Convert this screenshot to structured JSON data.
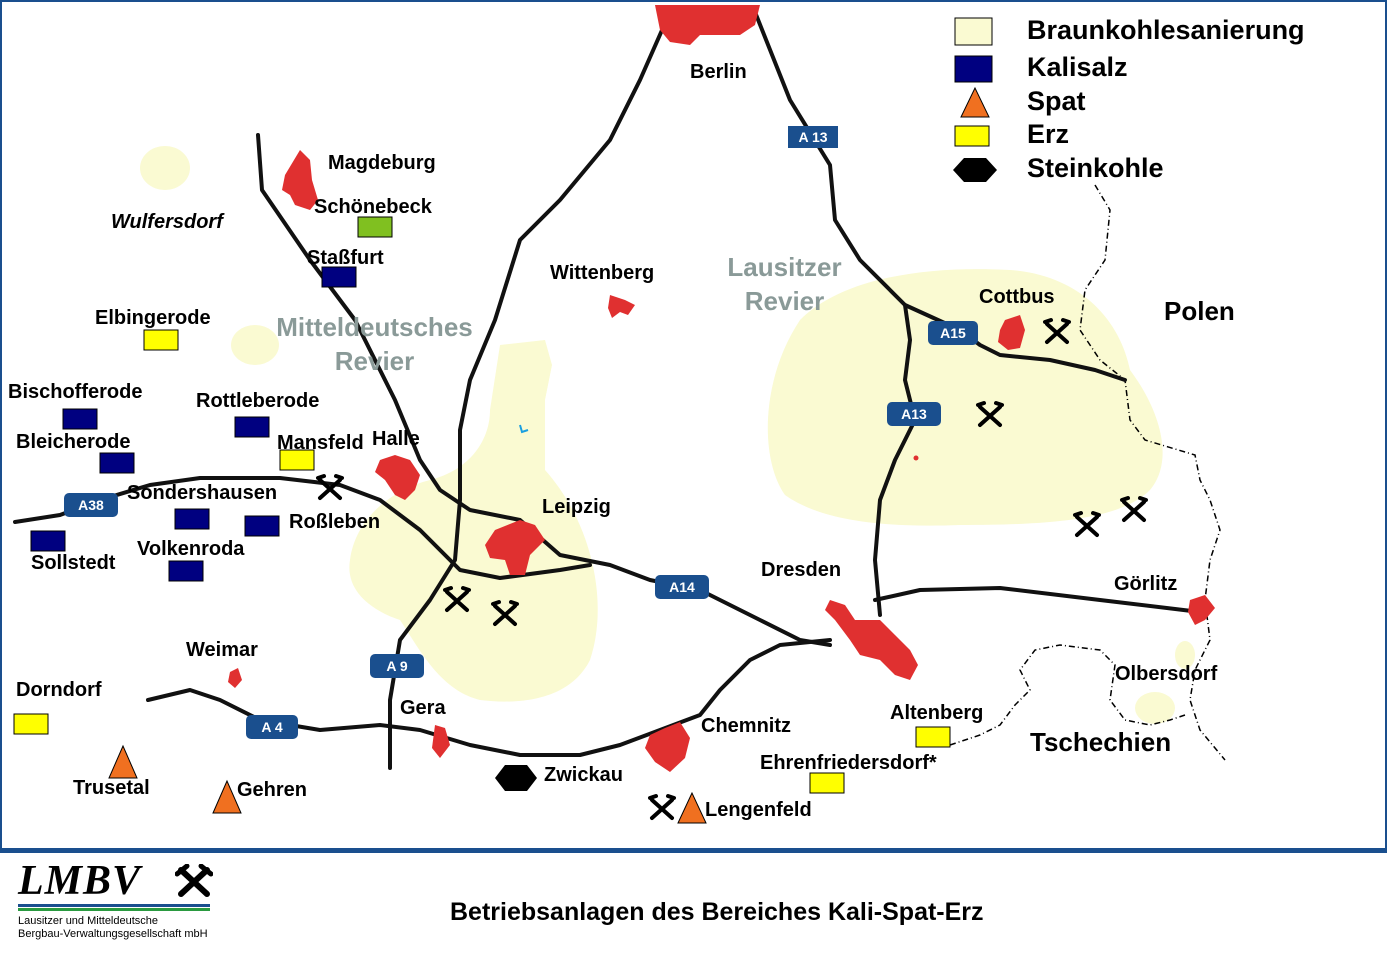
{
  "legend": {
    "braunkohle": "Braunkohlesanierung",
    "kalisalz": "Kalisalz",
    "spat": "Spat",
    "erz": "Erz",
    "steinkohle": "Steinkohle"
  },
  "colors": {
    "braunkohle": "#fafad2",
    "kalisalz": "#000080",
    "spat": "#f07020",
    "erz": "#ffff00",
    "steinkohle": "#000000",
    "city": "#e03030",
    "road_shield": "#1a4f8e",
    "schoenebeck": "#80c020"
  },
  "regions": {
    "mitteldeutsch": [
      "Mitteldeutsches",
      "Revier"
    ],
    "lausitz": [
      "Lausitzer",
      "Revier"
    ]
  },
  "countries": {
    "polen": "Polen",
    "tschechien": "Tschechien"
  },
  "roads": {
    "a13_top": "A 13",
    "a15": "A15",
    "a13_mid": "A13",
    "a38": "A38",
    "a14": "A14",
    "a9": "A 9",
    "a4": "A 4"
  },
  "places": {
    "berlin": "Berlin",
    "magdeburg": "Magdeburg",
    "schoenebeck": "Schönebeck",
    "wulfersdorf": "Wulfersdorf",
    "stassfurt": "Staßfurt",
    "wittenberg": "Wittenberg",
    "elbingerode": "Elbingerode",
    "cottbus": "Cottbus",
    "bischofferode": "Bischofferode",
    "rottleberode": "Rottleberode",
    "bleicherode": "Bleicherode",
    "mansfeld": "Mansfeld",
    "halle": "Halle",
    "sondershausen": "Sondershausen",
    "rossleben": "Roßleben",
    "leipzig": "Leipzig",
    "sollstedt": "Sollstedt",
    "volkenroda": "Volkenroda",
    "dresden": "Dresden",
    "goerlitz": "Görlitz",
    "weimar": "Weimar",
    "olbersdorf": "Olbersdorf",
    "dorndorf": "Dorndorf",
    "gera": "Gera",
    "chemnitz": "Chemnitz",
    "altenberg": "Altenberg",
    "trusetal": "Trusetal",
    "zwickau": "Zwickau",
    "ehrenfriedersdorf": "Ehrenfriedersdorf*",
    "gehren": "Gehren",
    "lengenfeld": "Lengenfeld"
  },
  "footer": {
    "logo": "LMBV",
    "logo_sub_1": "Lausitzer und Mitteldeutsche",
    "logo_sub_2": "Bergbau-Verwaltungsgesellschaft mbH",
    "title": "Betriebsanlagen des Bereiches Kali-Spat-Erz"
  }
}
